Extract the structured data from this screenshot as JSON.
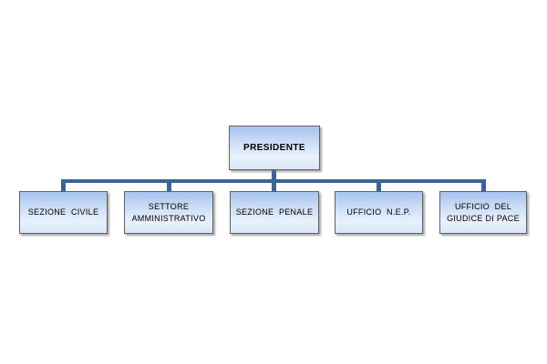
{
  "diagram": {
    "type": "org-chart",
    "root": {
      "id": "presidente",
      "label": "PRESIDENTE"
    },
    "children": [
      {
        "id": "sezione-civile",
        "label": "SEZIONE  CIVILE"
      },
      {
        "id": "settore-amministrativo",
        "label": "SETTORE\nAMMINISTRATIVO"
      },
      {
        "id": "sezione-penale",
        "label": "SEZIONE  PENALE"
      },
      {
        "id": "ufficio-nep",
        "label": "UFFICIO  N.E.P."
      },
      {
        "id": "ufficio-giudice-pace",
        "label": "UFFICIO  DEL\nGIUDICE DI PACE"
      }
    ],
    "colors": {
      "node_fill_top": "#a6c4ed",
      "node_fill_light": "#e9f1fc",
      "node_fill_bottom": "#d8e5f7",
      "node_border": "#616161",
      "connector": "#3c6595",
      "text": "#000000",
      "background": "#ffffff"
    }
  }
}
